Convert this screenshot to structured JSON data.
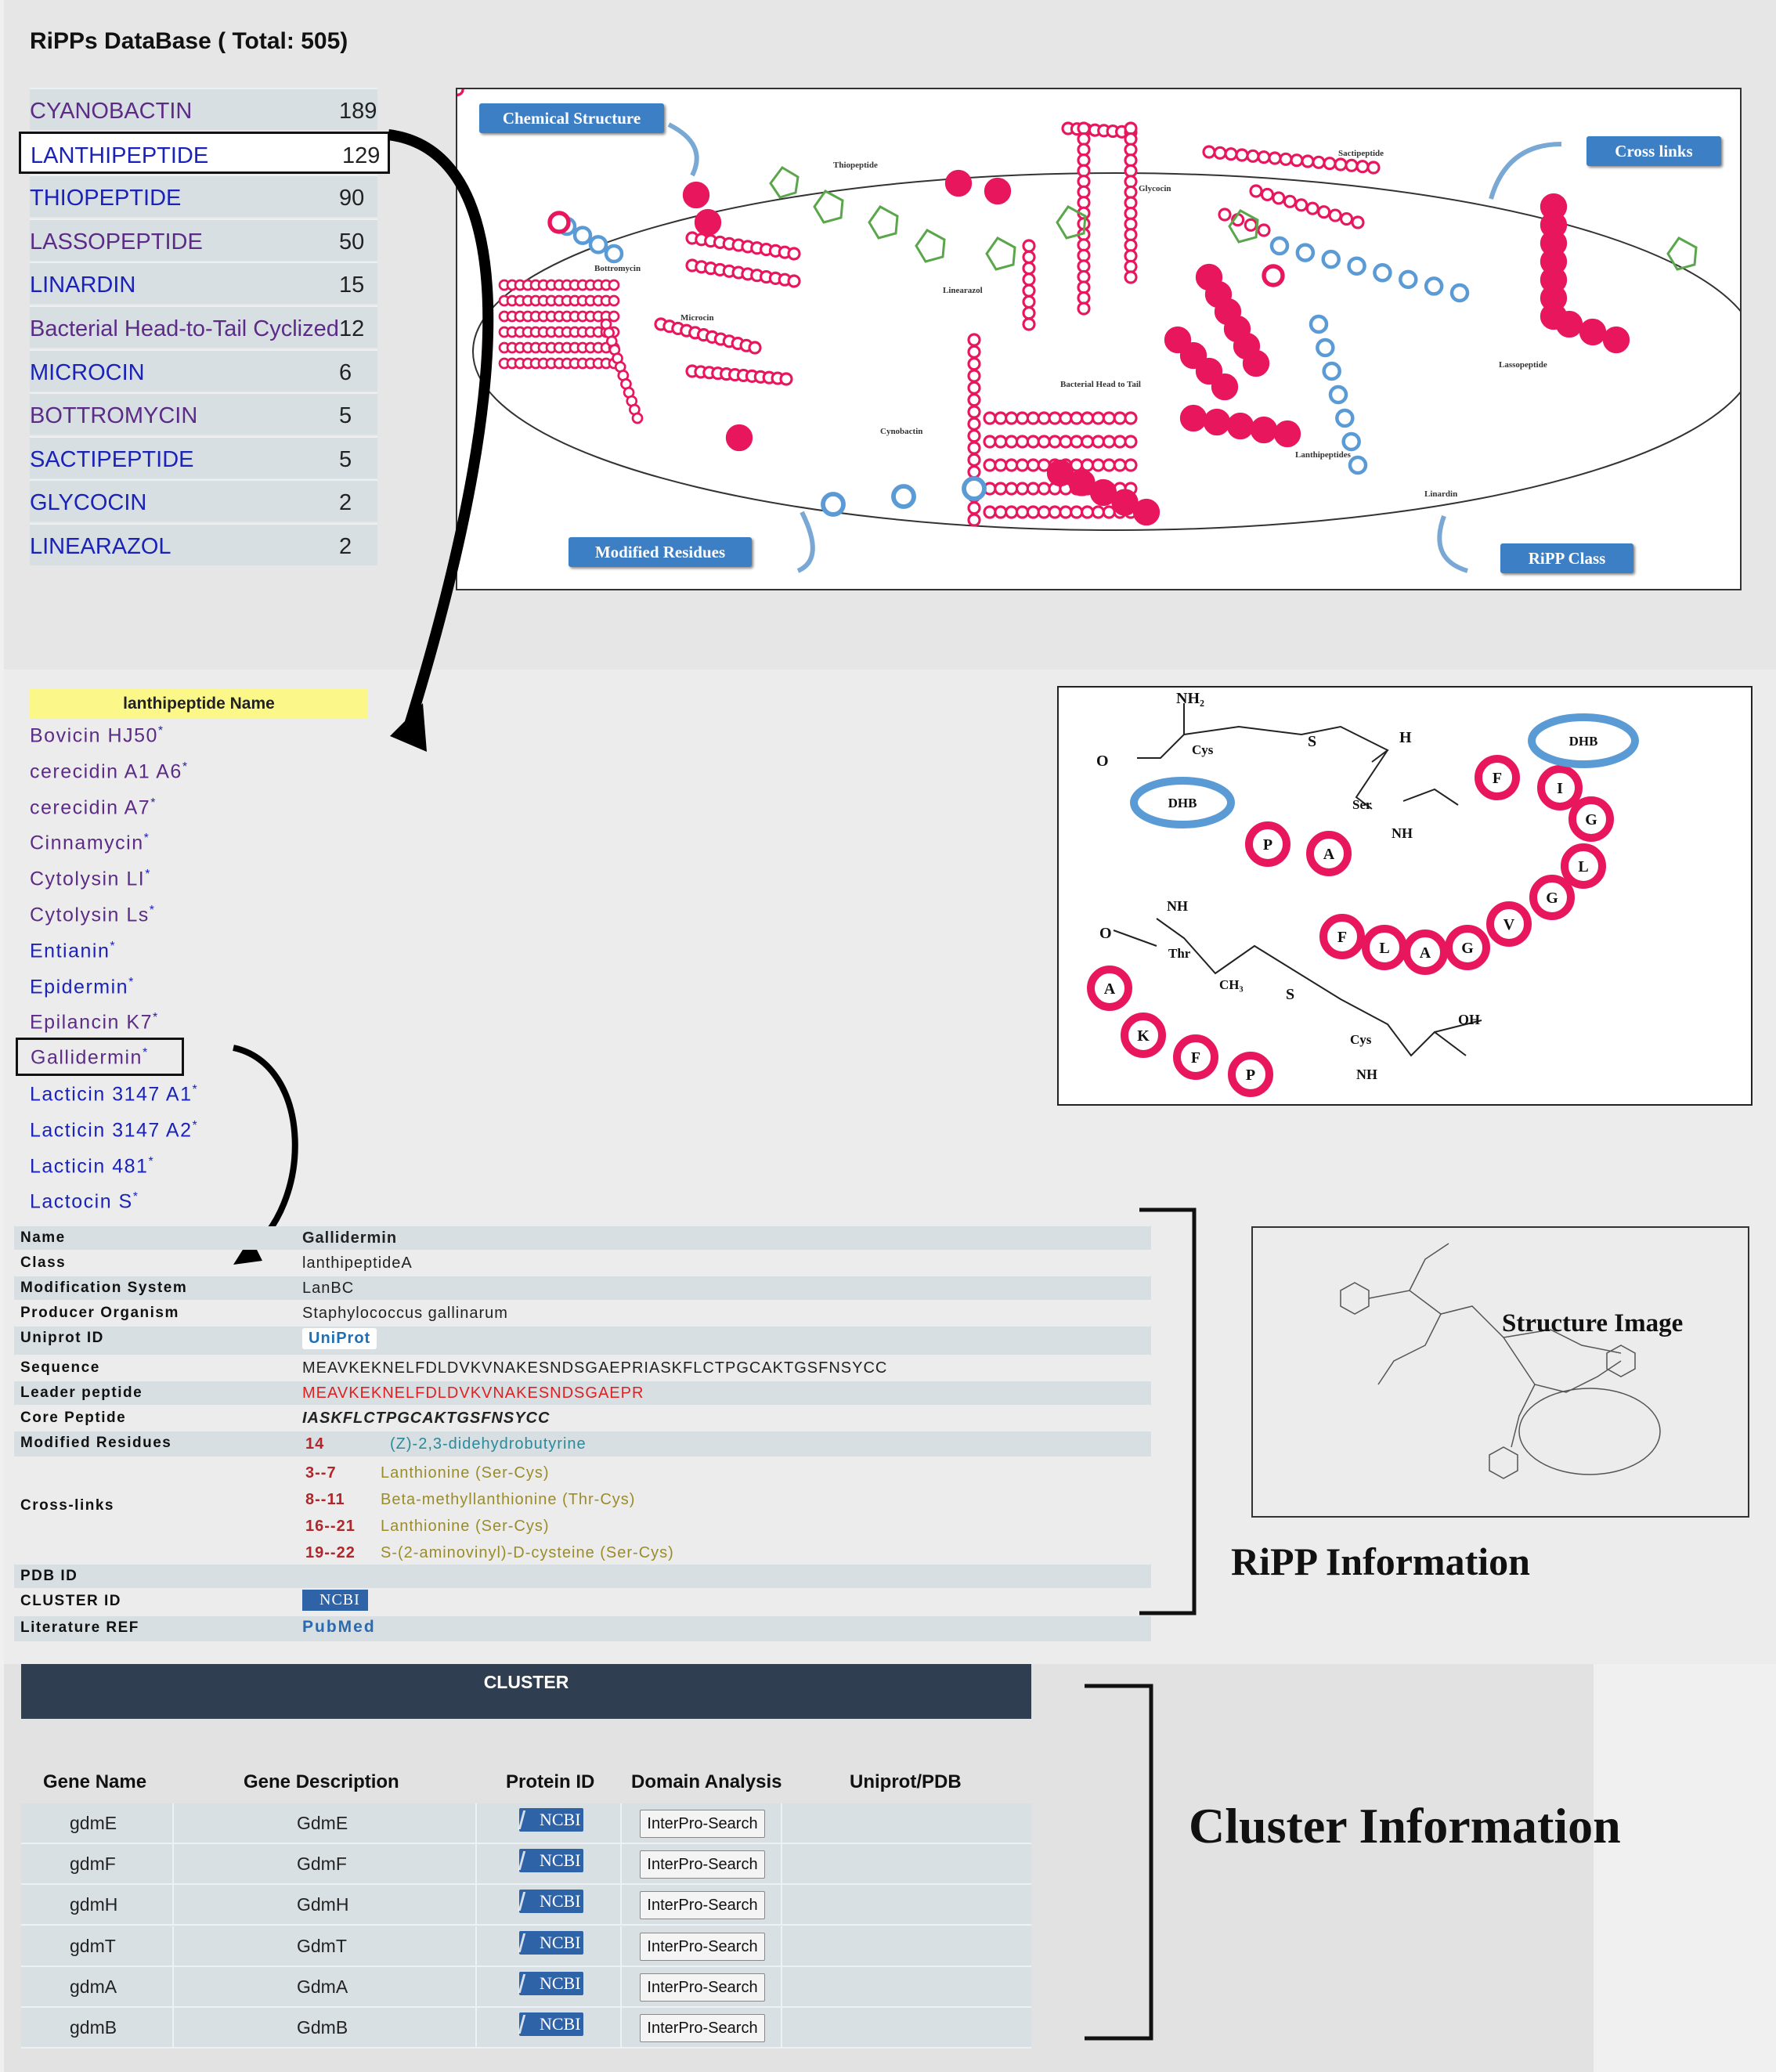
{
  "database": {
    "title": "RiPPs DataBase  ( Total: 505)",
    "categories": [
      {
        "name": "CYANOBACTIN",
        "count": "189"
      },
      {
        "name": "LANTHIPEPTIDE",
        "count": "129"
      },
      {
        "name": "THIOPEPTIDE",
        "count": "90"
      },
      {
        "name": "LASSOPEPTIDE",
        "count": "50"
      },
      {
        "name": "LINARDIN",
        "count": "15"
      },
      {
        "name": "Bacterial Head-to-Tail Cyclized",
        "count": "12"
      },
      {
        "name": "MICROCIN",
        "count": "6"
      },
      {
        "name": "BOTTROMYCIN",
        "count": "5"
      },
      {
        "name": "SACTIPEPTIDE",
        "count": "5"
      },
      {
        "name": "GLYCOCIN",
        "count": "2"
      },
      {
        "name": "LINEARAZOL",
        "count": "2"
      }
    ]
  },
  "overview": {
    "chemical_structure": "Chemical Structure",
    "cross_links": "Cross links",
    "modified_residues": "Modified Residues",
    "ripp_class": "RiPP Class",
    "labels": {
      "thiopeptide": "Thiopeptide",
      "glycocin": "Glycocin",
      "sactipeptide": "Sactipeptide",
      "bottromycin": "Bottromycin",
      "microcin": "Microcin",
      "linearazol": "Linearazol",
      "bacterial": "Bacterial Head to Tail",
      "cynobactin": "Cynobactin",
      "lanthipeptides": "Lanthipeptides",
      "lassopeptide": "Lassopeptide",
      "linardin": "Linardin"
    }
  },
  "lanthipeptide_list": {
    "header": "lanthipeptide Name",
    "items": [
      "Bovicin HJ50",
      "cerecidin A1 A6",
      "cerecidin A7",
      "Cinnamycin",
      "Cytolysin LI",
      "Cytolysin Ls",
      "Entianin",
      "Epidermin",
      "Epilancin K7",
      "Gallidermin",
      "Lacticin 3147 A1",
      "Lacticin 3147 A2",
      "Lacticin 481",
      "Lactocin S"
    ],
    "asterisk": "*"
  },
  "structure_diagram": {
    "residues_chain1": [
      "F",
      "I",
      "G",
      "L",
      "G",
      "V",
      "G",
      "A",
      "L",
      "F"
    ],
    "residues_start": [
      "P",
      "A"
    ],
    "residues_chain2": [
      "A",
      "K",
      "F",
      "P"
    ],
    "dhb": "DHB",
    "nh2": "NH₂",
    "cys": "Cys",
    "ser": "Ser",
    "thr": "Thr",
    "s": "S",
    "h": "H",
    "nh": "NH",
    "oh": "OH",
    "ch3": "CH₃",
    "o": "O"
  },
  "ripp_info": {
    "rows": [
      {
        "label": "Name",
        "value": "Gallidermin"
      },
      {
        "label": "Class",
        "value": "lanthipeptideA"
      },
      {
        "label": "Modification System",
        "value": "LanBC"
      },
      {
        "label": "Producer Organism",
        "value": "Staphylococcus gallinarum"
      },
      {
        "label": "Uniprot ID",
        "value": "UniProt"
      },
      {
        "label": "Sequence",
        "value": "MEAVKEKNELFDLDVKVNAKESNDSGAEPRIASKFLCTPGCAKTGSFNSYCC"
      },
      {
        "label": "Leader peptide",
        "value": "MEAVKEKNELFDLDVKVNAKESNDSGAEPR"
      },
      {
        "label": "Core Peptide",
        "value": "IASKFLCTPGCAKTGSFNSYCC"
      },
      {
        "label": "Modified Residues",
        "value": "14",
        "desc": "(Z)-2,3-didehydrobutyrine"
      },
      {
        "label": "Cross-links",
        "value": ""
      },
      {
        "label": "PDB ID",
        "value": ""
      },
      {
        "label": "CLUSTER ID",
        "value": "NCBI"
      },
      {
        "label": "Literature REF",
        "value": "PubMed"
      }
    ],
    "crosslinks": [
      {
        "range": "3--7",
        "desc": "Lanthionine (Ser-Cys)"
      },
      {
        "range": "8--11",
        "desc": "Beta-methyllanthionine (Thr-Cys)"
      },
      {
        "range": "16--21",
        "desc": "Lanthionine (Ser-Cys)"
      },
      {
        "range": "19--22",
        "desc": "S-(2-aminovinyl)-D-cysteine (Ser-Cys)"
      }
    ],
    "structure_image_label": "Structure Image",
    "section_label": "RiPP Information"
  },
  "cluster": {
    "title": "CLUSTER",
    "section_label": "Cluster Information",
    "headers": [
      "Gene Name",
      "Gene Description",
      "Protein ID",
      "Domain Analysis",
      "Uniprot/PDB"
    ],
    "rows": [
      {
        "gene": "gdmE",
        "desc": "GdmE",
        "protein": "NCBI",
        "domain": "InterPro-Search"
      },
      {
        "gene": "gdmF",
        "desc": "GdmF",
        "protein": "NCBI",
        "domain": "InterPro-Search"
      },
      {
        "gene": "gdmH",
        "desc": "GdmH",
        "protein": "NCBI",
        "domain": "InterPro-Search"
      },
      {
        "gene": "gdmT",
        "desc": "GdmT",
        "protein": "NCBI",
        "domain": "InterPro-Search"
      },
      {
        "gene": "gdmA",
        "desc": "GdmA",
        "protein": "NCBI",
        "domain": "InterPro-Search"
      },
      {
        "gene": "gdmB",
        "desc": "GdmB",
        "protein": "NCBI",
        "domain": "InterPro-Search"
      }
    ]
  },
  "colors": {
    "link_blue": "#1a22b8",
    "visited_purple": "#5c2b86",
    "residue_pink": "#e8175d",
    "mod_blue": "#5b9bd5",
    "leader_red": "#e02020",
    "crosslink_olive": "#9a8c2a",
    "range_red": "#b0262b",
    "modres_teal": "#2a8a9a"
  }
}
